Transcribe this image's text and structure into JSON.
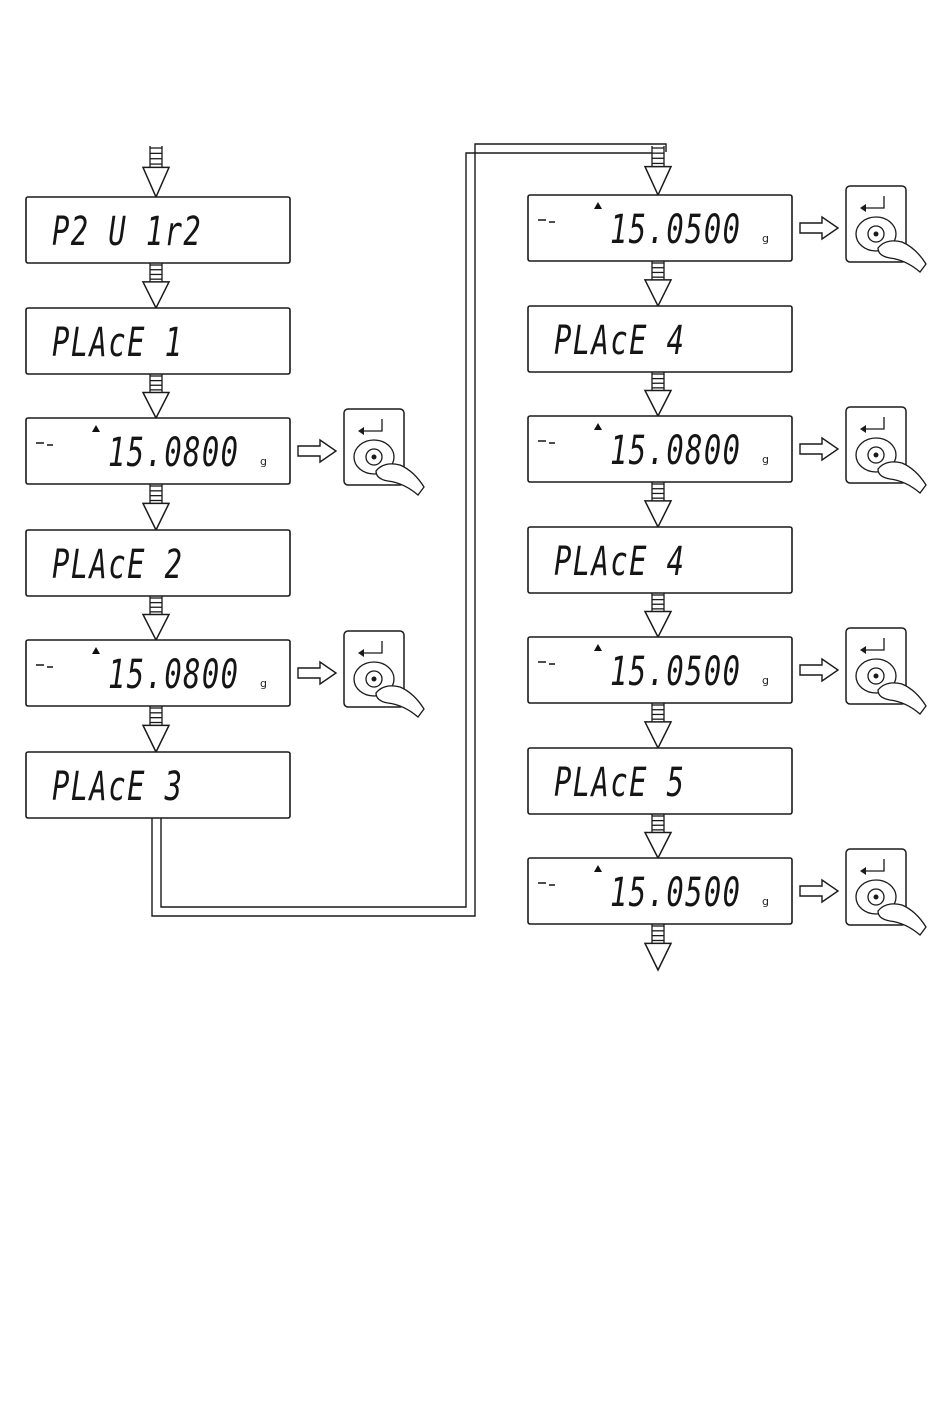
{
  "flow": {
    "left": [
      {
        "type": "label",
        "text": "P2  U  1r2"
      },
      {
        "type": "label",
        "text": "PLAcE    1"
      },
      {
        "type": "reading",
        "value": "15.0800",
        "unit": "g",
        "enter_key": true
      },
      {
        "type": "label",
        "text": "PLAcE    2"
      },
      {
        "type": "reading",
        "value": "15.0800",
        "unit": "g",
        "enter_key": true
      },
      {
        "type": "label",
        "text": "PLAcE    3"
      }
    ],
    "right": [
      {
        "type": "reading",
        "value": "15.0500",
        "unit": "g",
        "enter_key": true
      },
      {
        "type": "label",
        "text": "PLAcE    4"
      },
      {
        "type": "reading",
        "value": "15.0800",
        "unit": "g",
        "enter_key": true
      },
      {
        "type": "label",
        "text": "PLAcE    4"
      },
      {
        "type": "reading",
        "value": "15.0500",
        "unit": "g",
        "enter_key": true
      },
      {
        "type": "label",
        "text": "PLAcE    5"
      },
      {
        "type": "reading",
        "value": "15.0500",
        "unit": "g",
        "enter_key": true
      }
    ]
  },
  "icons": {
    "flow_arrow": "down-arrow-icon",
    "press_arrow": "right-arrow-icon",
    "enter_key": "enter-key-press-icon"
  },
  "colors": {
    "ink": "#1a1a1a",
    "paper": "#ffffff"
  }
}
